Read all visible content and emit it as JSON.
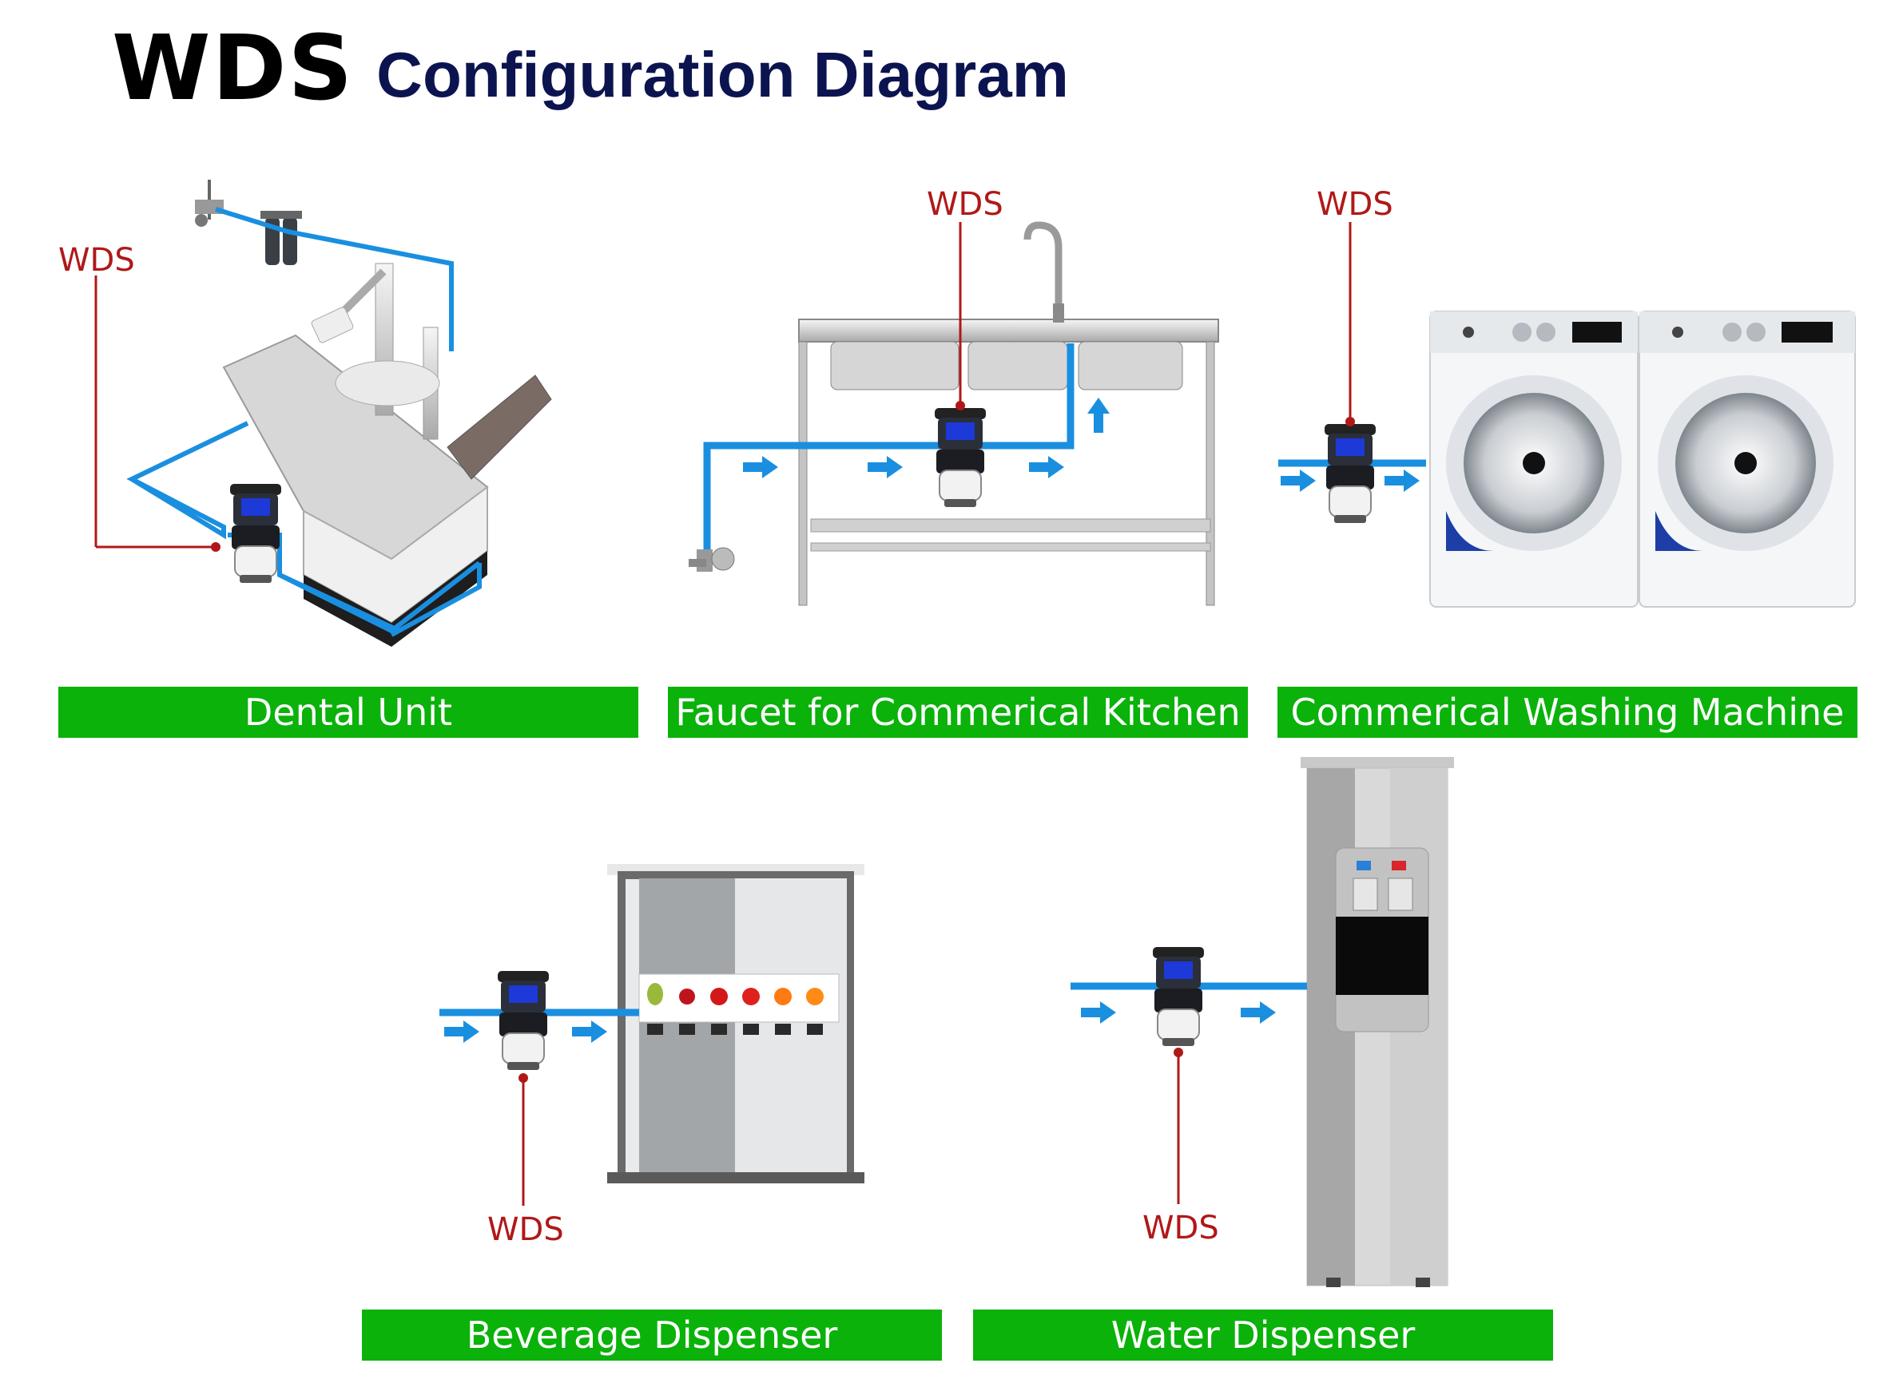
{
  "title": {
    "brand": "WDS",
    "subtitle": "Configuration Diagram"
  },
  "device_label": "WDS",
  "scenes": [
    {
      "id": "dental",
      "label": "Dental Unit"
    },
    {
      "id": "kitchen",
      "label": "Faucet for Commerical Kitchen"
    },
    {
      "id": "washing",
      "label": "Commerical Washing Machine"
    },
    {
      "id": "beverage",
      "label": "Beverage Dispenser"
    },
    {
      "id": "water",
      "label": "Water Dispenser"
    }
  ],
  "colors": {
    "pipe": "#1a8fe0",
    "label_bg": "#0ab20a",
    "pointer": "#b01818",
    "title_sub": "#0c1450"
  }
}
